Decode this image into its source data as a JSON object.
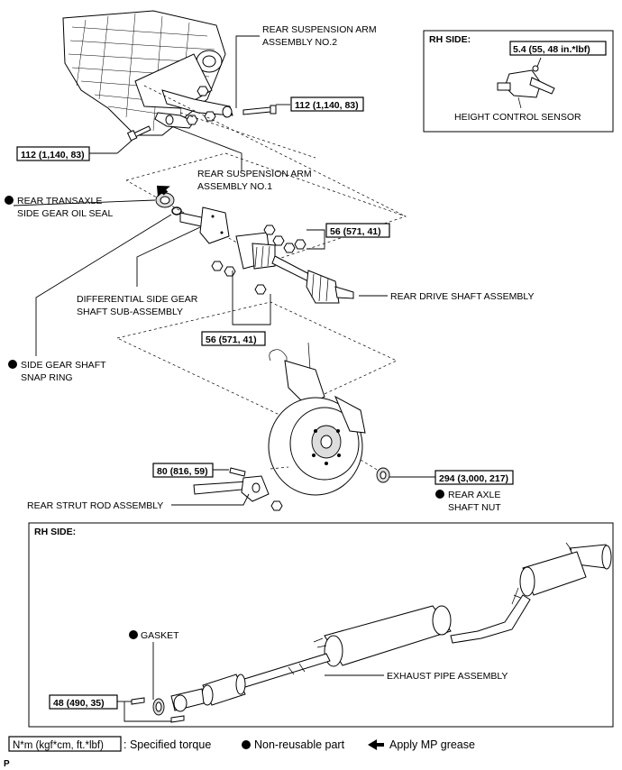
{
  "labels": {
    "rear_suspension_arm_no2_l1": "REAR SUSPENSION ARM",
    "rear_suspension_arm_no2_l2": "ASSEMBLY NO.2",
    "rear_suspension_arm_no1_l1": "REAR SUSPENSION ARM",
    "rear_suspension_arm_no1_l2": "ASSEMBLY NO.1",
    "oil_seal_l1": "REAR TRANSAXLE",
    "oil_seal_l2": "SIDE GEAR OIL SEAL",
    "diff_gear_l1": "DIFFERENTIAL SIDE GEAR",
    "diff_gear_l2": "SHAFT SUB-ASSEMBLY",
    "snap_ring_l1": "SIDE GEAR SHAFT",
    "snap_ring_l2": "SNAP RING",
    "drive_shaft": "REAR DRIVE SHAFT ASSEMBLY",
    "strut_rod": "REAR STRUT ROD ASSEMBLY",
    "axle_nut_l1": "REAR AXLE",
    "axle_nut_l2": "SHAFT NUT",
    "height_sensor": "HEIGHT CONTROL SENSOR",
    "gasket": "GASKET",
    "exhaust_pipe": "EXHAUST PIPE ASSEMBLY",
    "rh_side_top": "RH SIDE:",
    "rh_side_bottom": "RH SIDE:",
    "page_code": "P"
  },
  "torques": {
    "arm2_bolt": "112 (1,140, 83)",
    "arm1_bolt": "112 (1,140, 83)",
    "drive_shaft_nuts_upper": "56 (571, 41)",
    "drive_shaft_nuts_lower": "56 (571, 41)",
    "strut_rod_bolt": "80 (816, 59)",
    "axle_nut": "294 (3,000, 217)",
    "height_sensor_nut": "5.4 (55, 48 in.*lbf)",
    "exhaust_bolts": "48 (490, 35)"
  },
  "legend": {
    "torque_unit": "N*m (kgf*cm, ft.*lbf)",
    "torque_desc": ": Specified torque",
    "non_reusable": "Non-reusable part",
    "mp_grease": "Apply MP grease"
  }
}
